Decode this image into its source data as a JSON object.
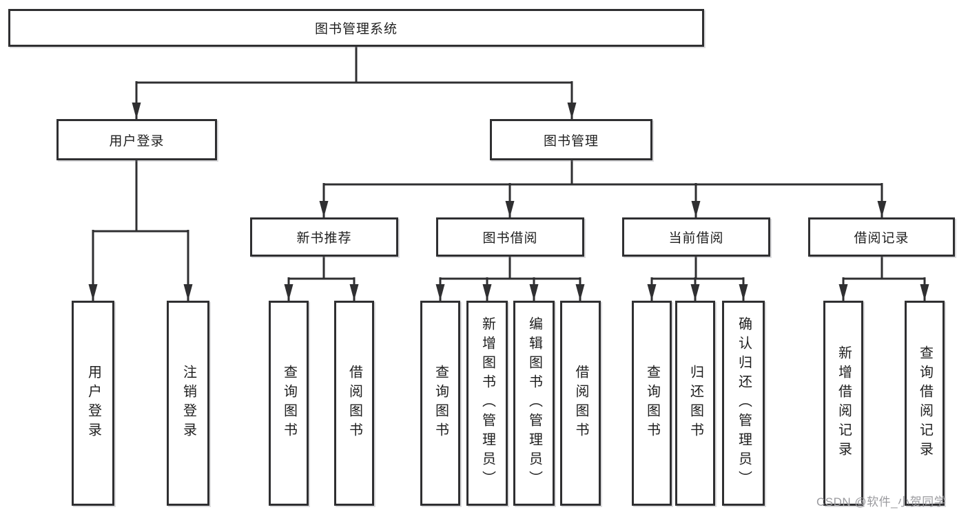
{
  "colors": {
    "line": "#2f2f31",
    "box_border": "#2f2f31",
    "box_background": "#ffffff",
    "text": "#1f1f1f",
    "watermark": "#9a9a9e"
  },
  "tree": {
    "root": {
      "label": "图书管理系统",
      "children": [
        {
          "label": "用户登录",
          "children": [
            {
              "label": "用户登录"
            },
            {
              "label": "注销登录"
            }
          ]
        },
        {
          "label": "图书管理",
          "children": [
            {
              "label": "新书推荐",
              "children": [
                {
                  "label": "查询图书"
                },
                {
                  "label": "借阅图书"
                }
              ]
            },
            {
              "label": "图书借阅",
              "children": [
                {
                  "label": "查询图书"
                },
                {
                  "label": "新增图书（管理员）"
                },
                {
                  "label": "编辑图书（管理员）"
                },
                {
                  "label": "借阅图书"
                }
              ]
            },
            {
              "label": "当前借阅",
              "children": [
                {
                  "label": "查询图书"
                },
                {
                  "label": "归还图书"
                },
                {
                  "label": "确认归还（管理员）"
                }
              ]
            },
            {
              "label": "借阅记录",
              "children": [
                {
                  "label": "新增借阅记录"
                },
                {
                  "label": "查询借阅记录"
                }
              ]
            }
          ]
        }
      ]
    }
  },
  "watermark": {
    "text": "CSDN @软件_小贺同学"
  }
}
